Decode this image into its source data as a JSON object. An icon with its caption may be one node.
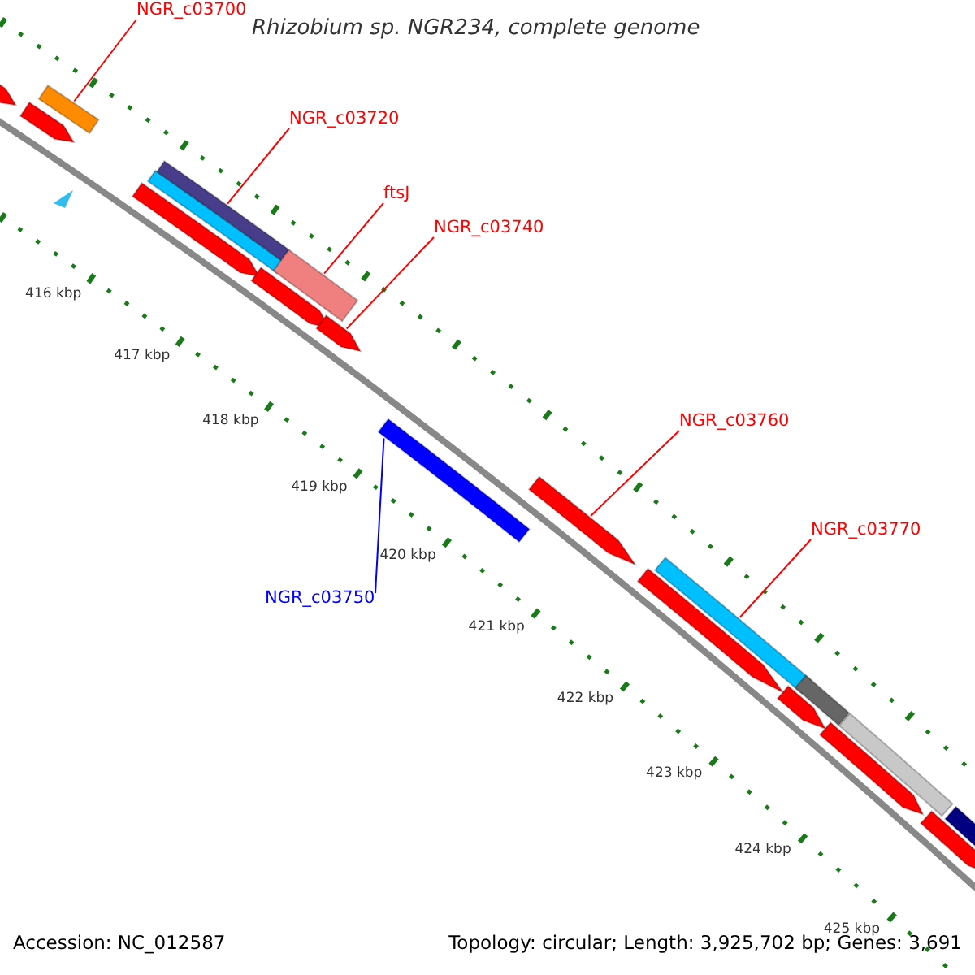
{
  "diagram": {
    "title": "Rhizobium sp. NGR234, complete genome",
    "nodes": [
      {
        "text": [
          "NGR_c03700"
        ]
      },
      {
        "text": [
          "NGR_c03720"
        ]
      },
      {
        "text": [
          "ftsJ"
        ]
      },
      {
        "text": [
          "NGR_c03740"
        ]
      },
      {
        "text": [
          "NGR_c03750"
        ]
      },
      {
        "text": [
          "NGR_c03760"
        ]
      },
      {
        "text": [
          "NGR_c03770"
        ]
      },
      {
        "text": [],
        "shape": "pentagon"
      },
      {
        "text": [],
        "shape": "pentagon"
      },
      {
        "text": [],
        "shape": "bar"
      },
      {
        "text": [],
        "shape": "pentagon"
      },
      {
        "text": [],
        "shape": "bar"
      },
      {
        "text": [],
        "shape": "bar"
      },
      {
        "text": [],
        "shape": "pentagon"
      },
      {
        "text": [],
        "shape": "bar"
      },
      {
        "text": [],
        "shape": "pentagon"
      },
      {
        "text": [],
        "shape": "bar"
      },
      {
        "text": [],
        "shape": "pentagon"
      },
      {
        "text": [],
        "shape": "pentagon"
      },
      {
        "text": [],
        "shape": "bar"
      },
      {
        "text": [],
        "shape": "pentagon"
      },
      {
        "text": [],
        "shape": "bar"
      },
      {
        "text": [],
        "shape": "pentagon"
      },
      {
        "text": [],
        "shape": "bar"
      },
      {
        "text": [],
        "shape": "pentagon"
      },
      {
        "text": [],
        "shape": "bar"
      }
    ],
    "edges": [
      {
        "from": 0,
        "to": 9,
        "arrow": "none"
      },
      {
        "from": 1,
        "to": 12,
        "arrow": "none"
      },
      {
        "from": 2,
        "to": 14,
        "arrow": "none"
      },
      {
        "from": 3,
        "to": 15,
        "arrow": "none"
      },
      {
        "from": 4,
        "to": 16,
        "arrow": "none",
        "color": "#0000ff"
      },
      {
        "from": 5,
        "to": 17,
        "arrow": "none"
      },
      {
        "from": 6,
        "to": 19,
        "arrow": "none"
      }
    ],
    "labels": [
      "416 kbp",
      "417 kbp",
      "418 kbp",
      "419 kbp",
      "420 kbp",
      "421 kbp",
      "422 kbp",
      "423 kbp",
      "424 kbp",
      "425 kbp",
      "Accession: NC_012587",
      "Topology: circular; Length: 3,925,702 bp; Genes: 3,691"
    ]
  }
}
